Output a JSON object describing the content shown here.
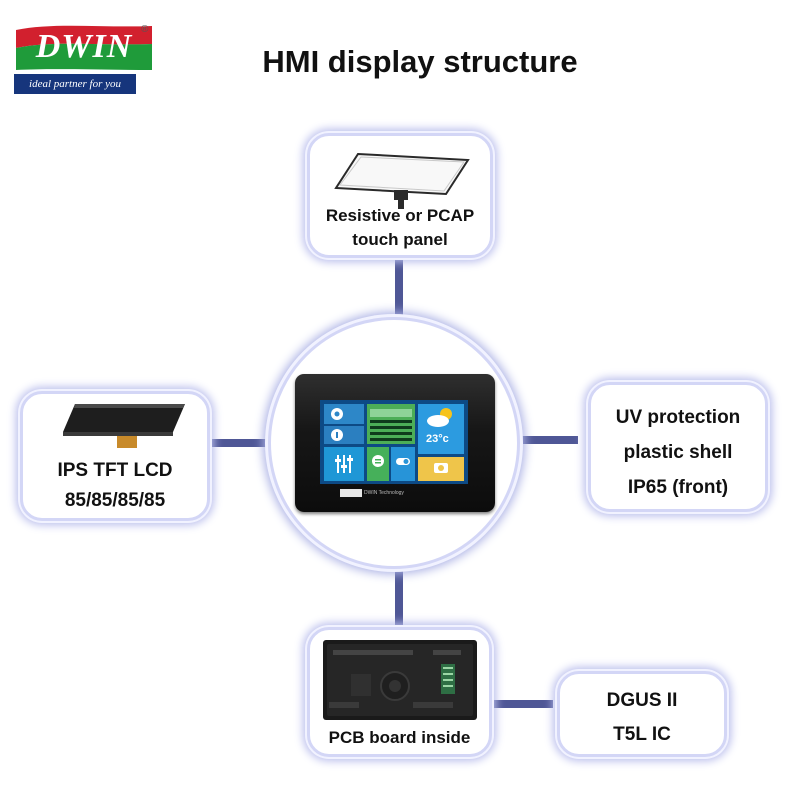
{
  "logo": {
    "name": "DWIN",
    "registered": "®",
    "tagline": "ideal partner for you"
  },
  "title": "HMI display structure",
  "touch_panel": {
    "line1": "Resistive or PCAP",
    "line2": "touch panel"
  },
  "lcd": {
    "line1": "IPS TFT LCD",
    "line2": "85/85/85/85"
  },
  "shell": {
    "line1": "UV protection",
    "line2": "plastic shell",
    "line3": "IP65 (front)"
  },
  "pcb": {
    "label": "PCB board inside"
  },
  "ic": {
    "line1": "DGUS II",
    "line2": "T5L IC"
  },
  "hmi_screen": {
    "temperature": "23°c",
    "brand": "DWIN Technology"
  },
  "colors": {
    "connector": "#4f5796",
    "box_glow": "#b9bdec",
    "logo_blue": "#16357c",
    "logo_green": "#1f9b3a",
    "logo_red": "#d2202e"
  }
}
